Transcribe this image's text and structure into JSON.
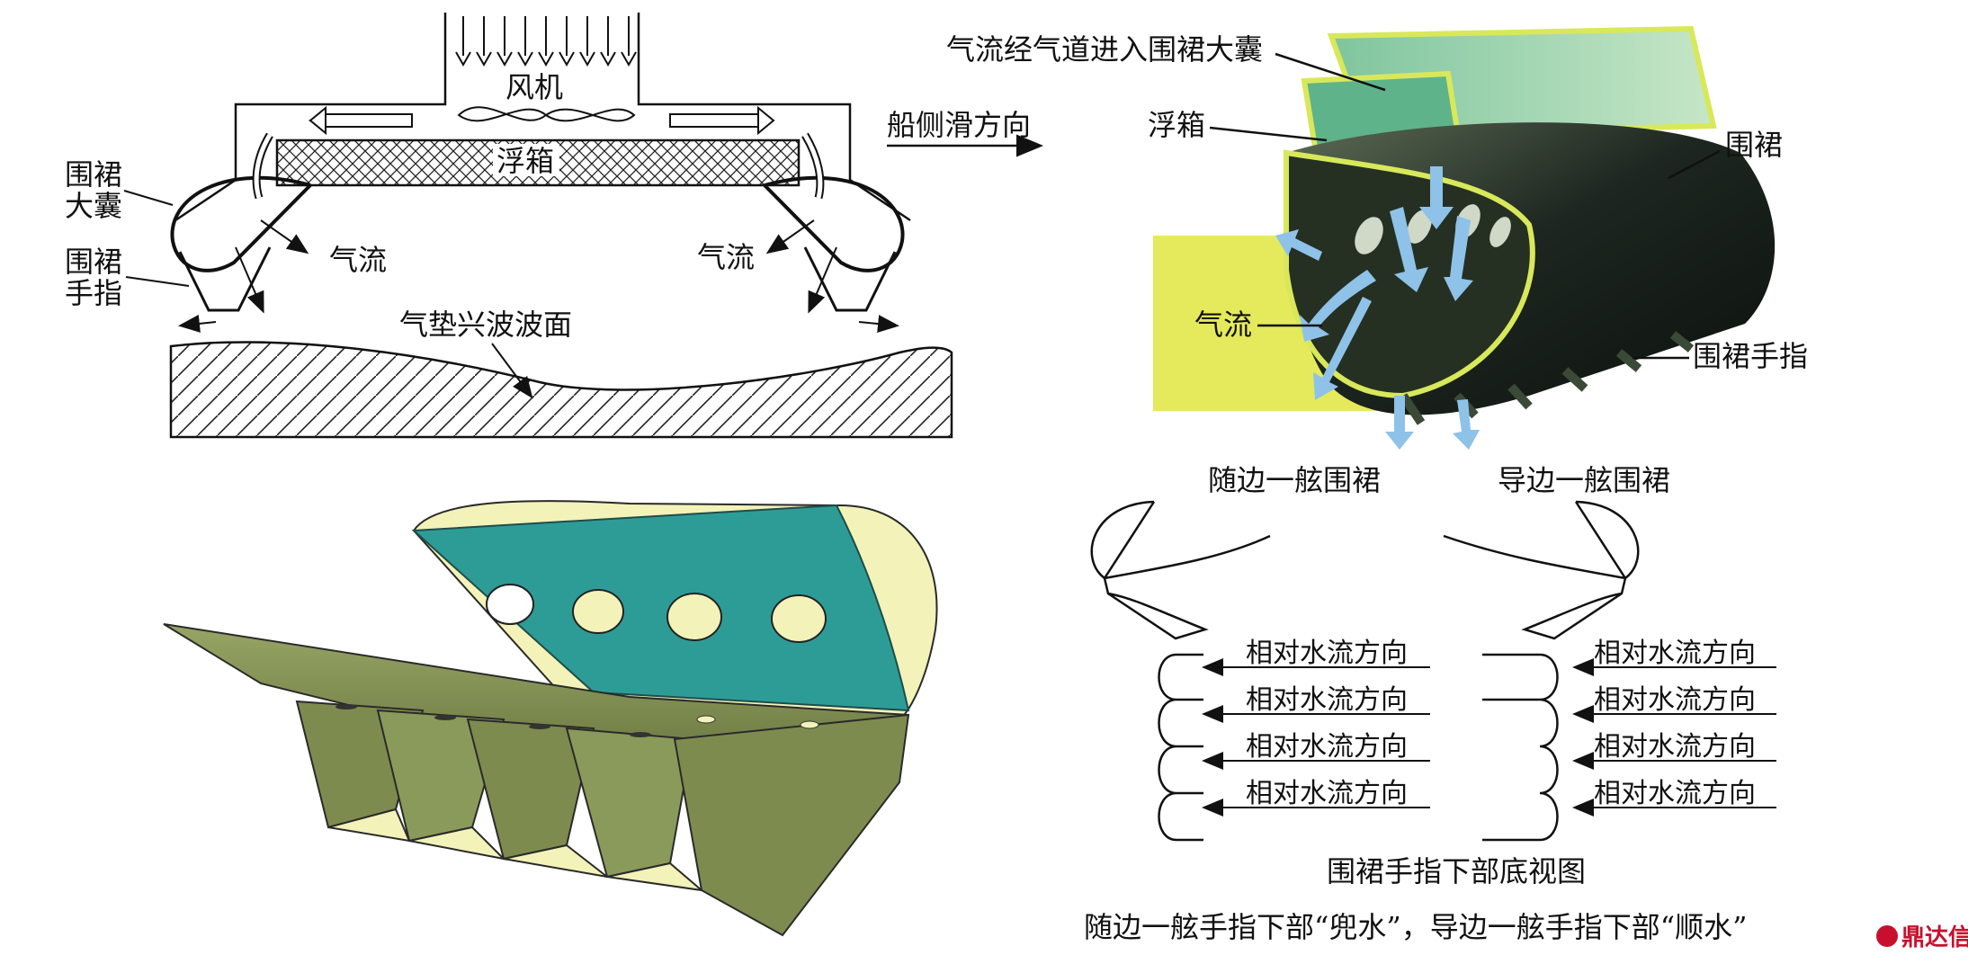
{
  "diagram_1": {
    "fan": "风机",
    "float_box": "浮箱",
    "bag_label_line1": "围裙",
    "bag_label_line2": "大囊",
    "finger_label_line1": "围裙",
    "finger_label_line2": "手指",
    "airflow_left": "气流",
    "airflow_right": "气流",
    "wave_surface": "气垫兴波波面",
    "direction": "船侧滑方向"
  },
  "diagram_2": {
    "airflow_into_bag": "气流经气道进入围裙大囊",
    "float_box": "浮箱",
    "skirt": "围裙",
    "airflow": "气流",
    "finger": "围裙手指"
  },
  "diagram_4": {
    "trailing_skirt": "随边一舷围裙",
    "leading_skirt": "导边一舷围裙",
    "water_flow_labels": [
      "相对水流方向",
      "相对水流方向",
      "相对水流方向",
      "相对水流方向"
    ],
    "bottom_view_caption": "围裙手指下部底视图",
    "note": "随边一舷手指下部“兜水”，导边一舷手指下部“顺水”"
  },
  "watermark": "鼎达信",
  "colors": {
    "teal": "#2e9c96",
    "olive": "#8a9a5a",
    "pale_yellow": "#f3f2b8",
    "yellow_band": "#e4ea5c",
    "air_blue": "#8ec2e8",
    "skirt_dark": "#1d2620",
    "watermark_red": "#c8102e"
  }
}
